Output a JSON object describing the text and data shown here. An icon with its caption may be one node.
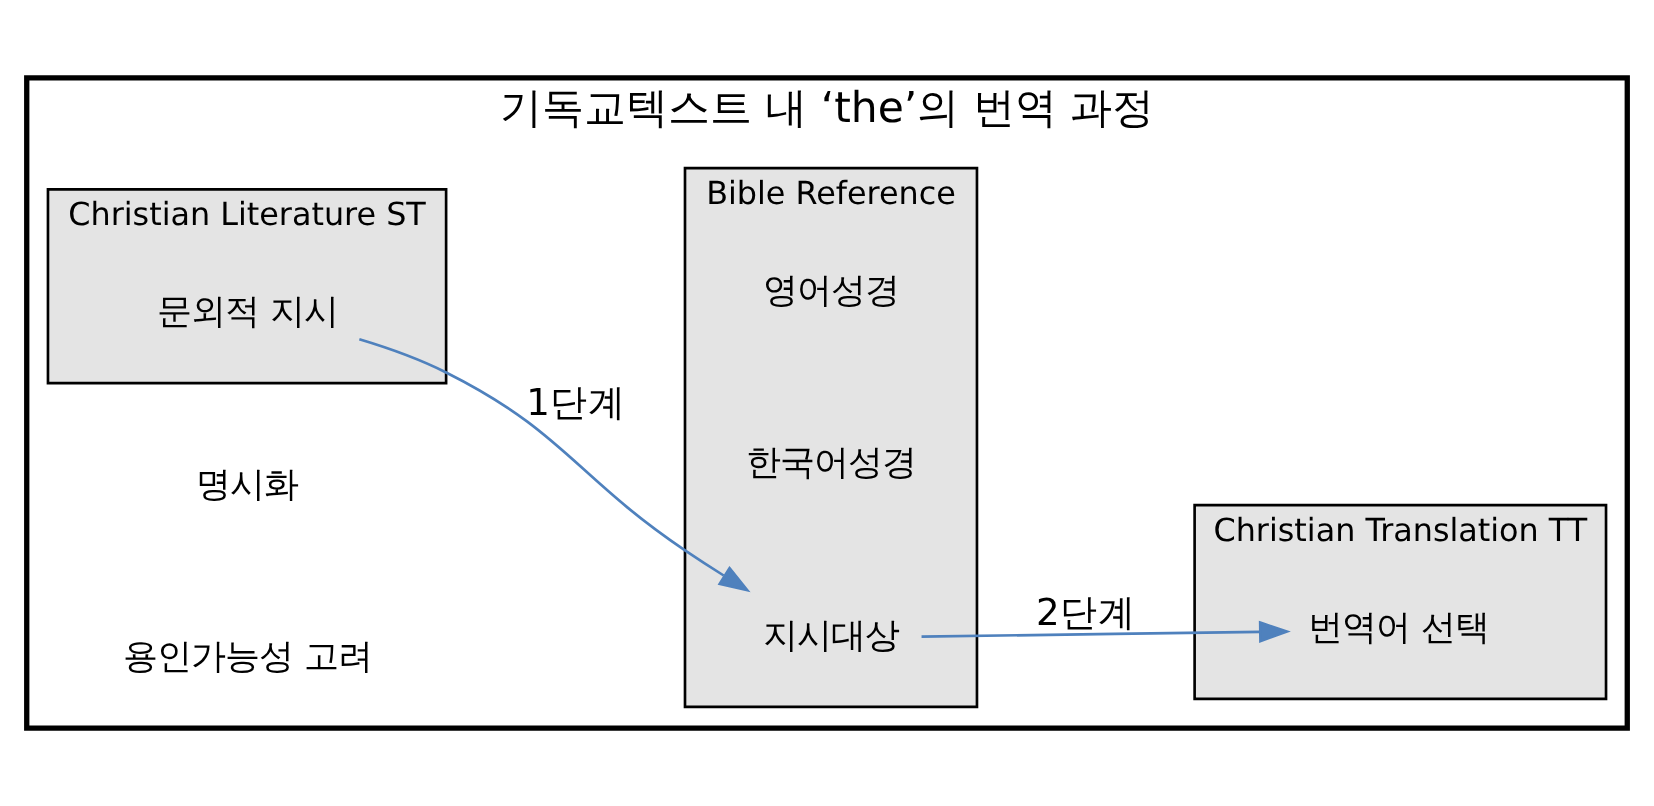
{
  "diagram": {
    "nodes": [
      {
        "text": [
          "기독교텍스트 내 ‘the’의 번역 과정"
        ]
      },
      {
        "text": [
          "Christian Literature ST"
        ],
        "in": 0
      },
      {
        "text": [
          "문외적 지시"
        ],
        "in": 1
      },
      {
        "text": [
          "Bible Reference"
        ],
        "in": 0
      },
      {
        "text": [
          "영어성경"
        ],
        "in": 3
      },
      {
        "text": [
          "한국어성경"
        ],
        "in": 3
      },
      {
        "text": [
          "지시대상"
        ],
        "in": 3
      },
      {
        "text": [
          "Christian Translation TT"
        ],
        "in": 0
      },
      {
        "text": [
          "번역어 선택"
        ],
        "in": 7
      }
    ],
    "edges": [
      {
        "from": 2,
        "to": 6,
        "arrow": "to",
        "label": "1단계"
      },
      {
        "from": 6,
        "to": 8,
        "arrow": "to",
        "label": "2단계"
      }
    ],
    "labels": [
      "명시화",
      "용인가능성 고려"
    ]
  }
}
